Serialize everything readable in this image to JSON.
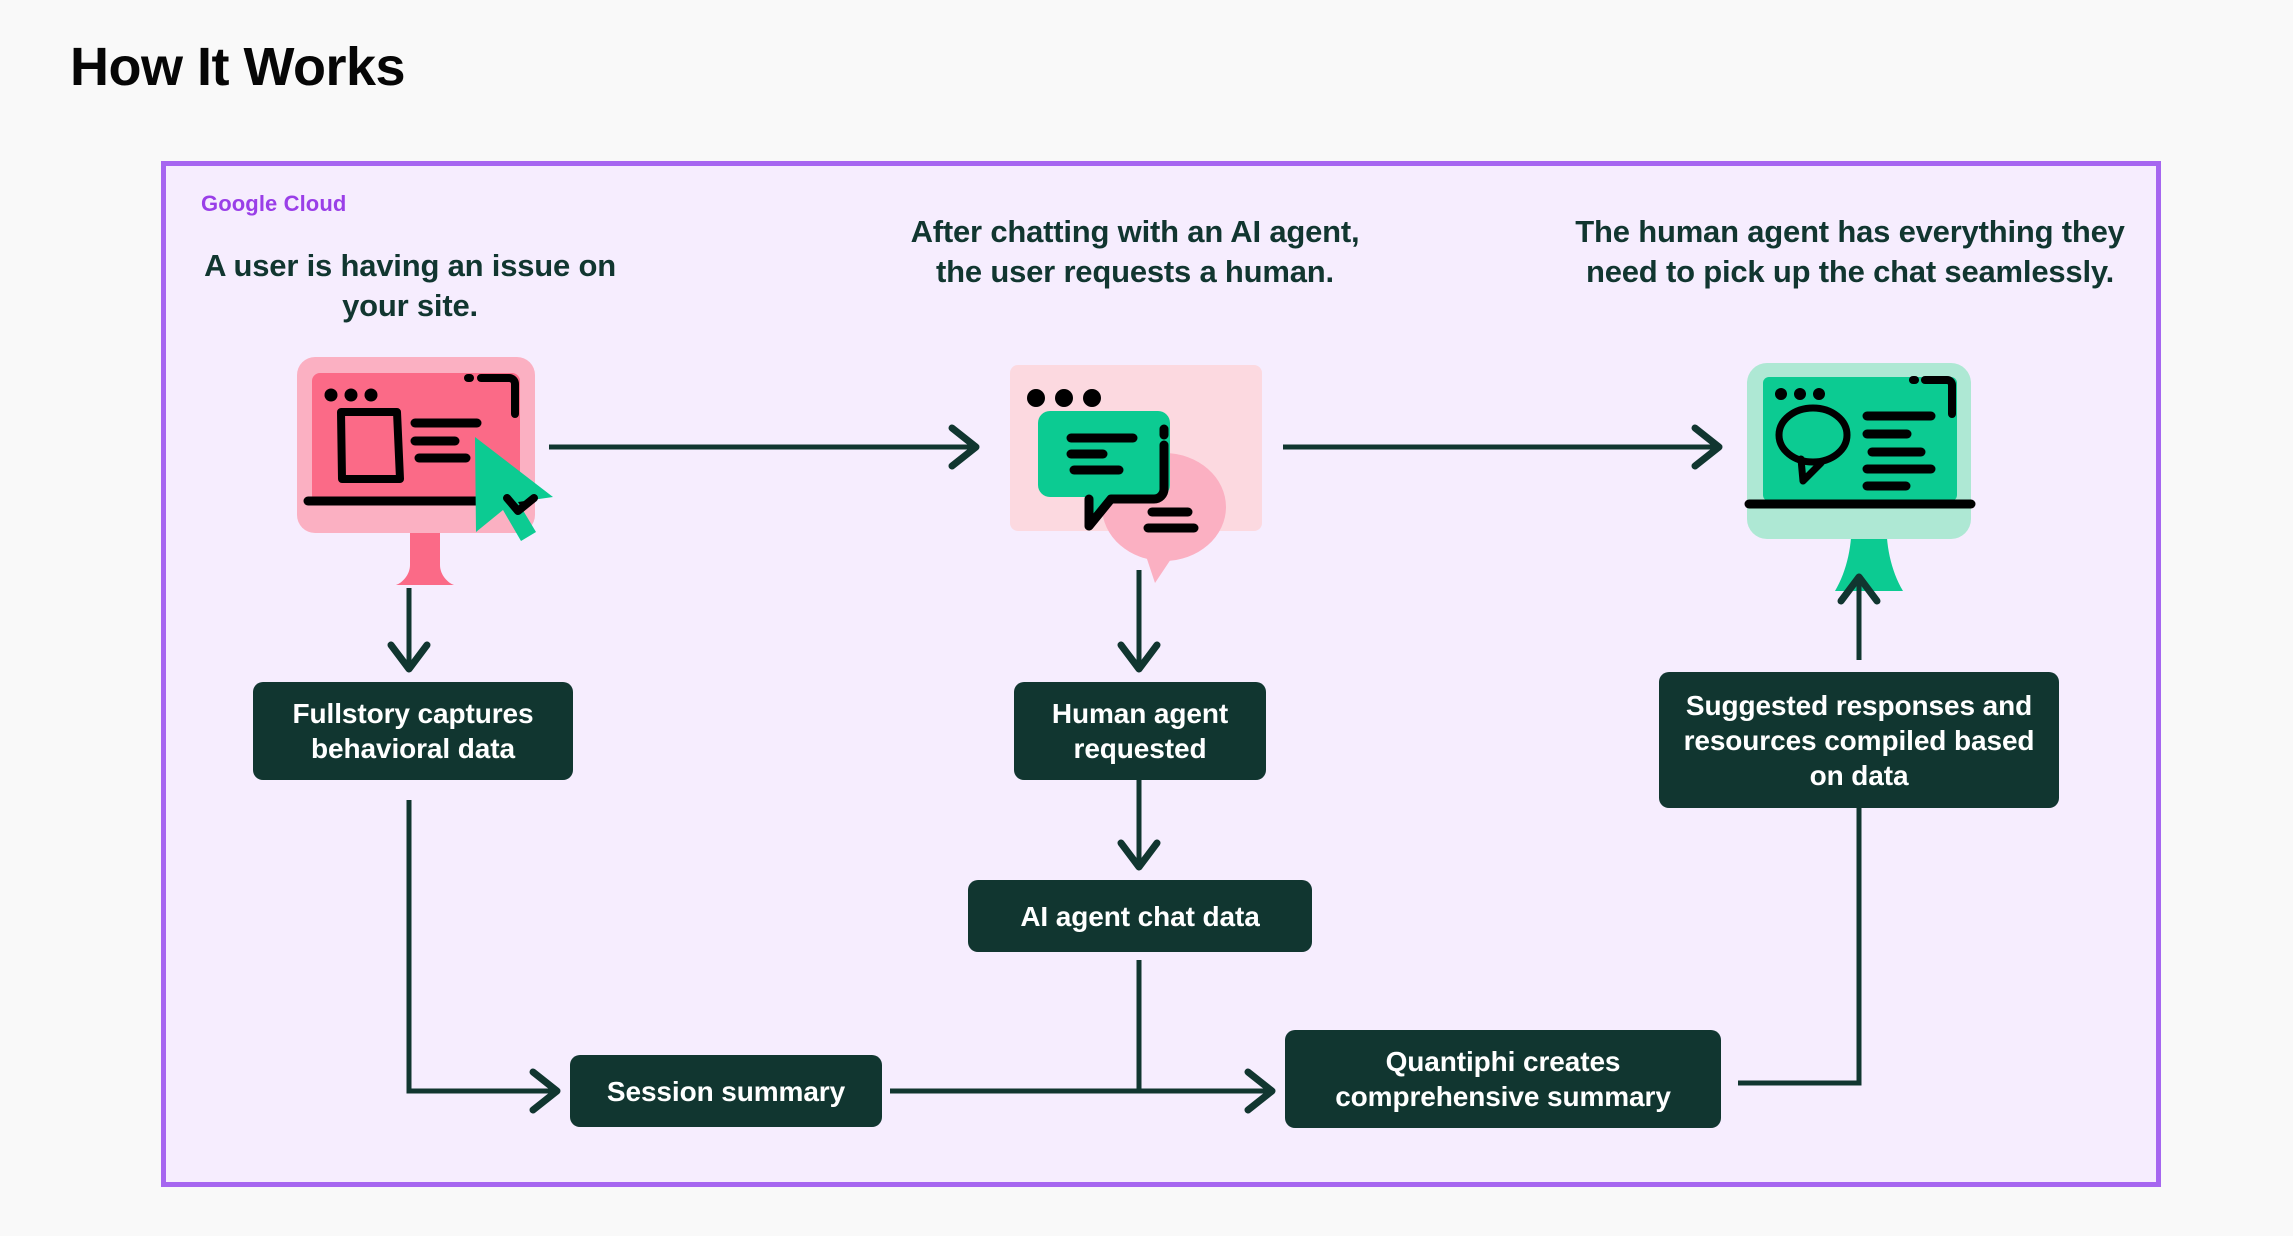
{
  "page": {
    "title": "How It Works",
    "background_color": "#f9f9f9"
  },
  "panel": {
    "brand_label": "Google Cloud",
    "border_color": "#a666f0",
    "background_color": "#f6edfe",
    "brand_color": "#9a3fe8"
  },
  "theme": {
    "dark_box_color": "#113630",
    "box_text_color": "#ffffff",
    "heading_color": "#113630",
    "arrow_color": "#113630",
    "pink_dark": "#fb6a87",
    "pink_light": "#fbb0c2",
    "pink_pale": "#fcd9e0",
    "green": "#0ccb92",
    "green_light": "#aee8d4",
    "black": "#000000"
  },
  "columns": [
    {
      "id": "column-1",
      "heading": "A user is having an issue on your site.",
      "illustration": "monitor-pink-cursor-icon"
    },
    {
      "id": "column-2",
      "heading": "After chatting with an AI agent, the user requests a human.",
      "illustration": "chat-bubbles-icon"
    },
    {
      "id": "column-3",
      "heading": "The human agent has everything they need to pick up the chat seamlessly.",
      "illustration": "monitor-green-chat-icon"
    }
  ],
  "boxes": [
    {
      "id": "fullstory-captures",
      "label": "Fullstory captures behavioral data"
    },
    {
      "id": "human-agent-requested",
      "label": "Human agent requested"
    },
    {
      "id": "ai-agent-chat-data",
      "label": "AI agent chat data"
    },
    {
      "id": "session-summary",
      "label": "Session summary"
    },
    {
      "id": "quantiphi-summary",
      "label": "Quantiphi creates comprehensive summary"
    },
    {
      "id": "suggested-responses",
      "label": "Suggested responses and resources compiled based on data"
    }
  ]
}
